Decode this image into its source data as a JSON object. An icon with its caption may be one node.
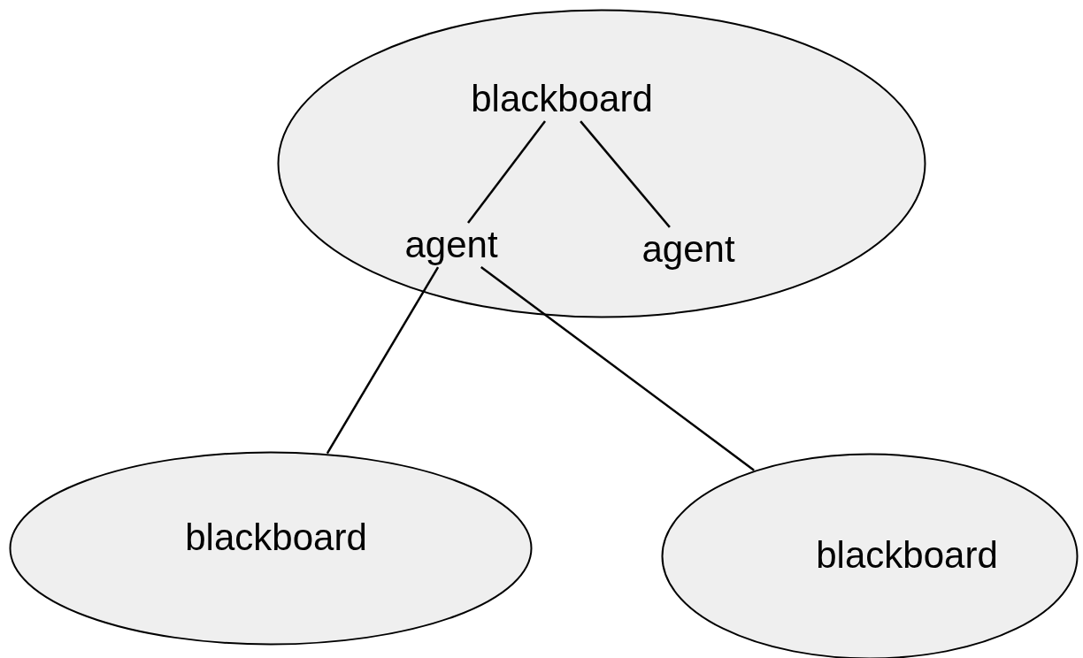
{
  "diagram": {
    "nodes": [
      {
        "text": [],
        "shape": "ellipse"
      },
      {
        "text": [
          "blackboard"
        ],
        "in": 0
      },
      {
        "text": [
          "agent"
        ],
        "in": 0
      },
      {
        "text": [
          "agent"
        ],
        "in": 0
      },
      {
        "text": [
          "blackboard"
        ]
      },
      {
        "text": [
          "blackboard"
        ]
      }
    ],
    "edges": [
      {
        "from": 1,
        "to": 2,
        "arrow": "none"
      },
      {
        "from": 1,
        "to": 3,
        "arrow": "none"
      },
      {
        "from": 2,
        "to": 4,
        "arrow": "none"
      },
      {
        "from": 2,
        "to": 5,
        "arrow": "none"
      }
    ]
  }
}
